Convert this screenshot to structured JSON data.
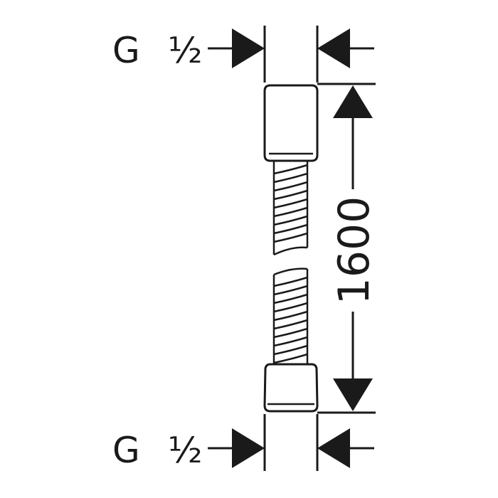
{
  "top_connection": {
    "thread": "G",
    "size": "½"
  },
  "bottom_connection": {
    "thread": "G",
    "size": "½"
  },
  "hose_length": "1600",
  "colors": {
    "ink": "#1a1a1a",
    "background": "#ffffff"
  }
}
